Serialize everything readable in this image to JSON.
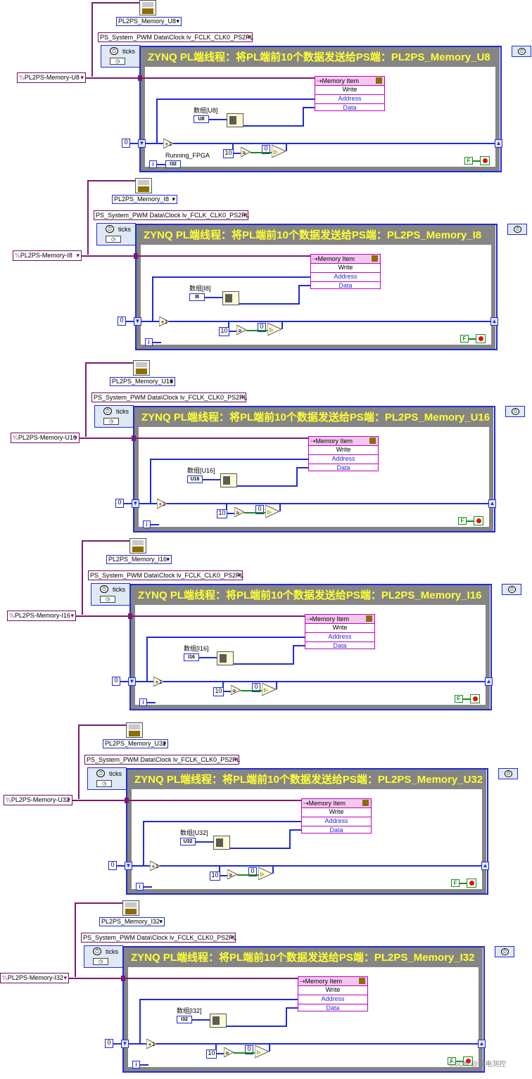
{
  "sections": [
    {
      "id": "U8",
      "title": "ZYNQ PL端线程：将PL端前10个数据发送给PS端：PL2PS_Memory_U8",
      "enum_value": "PL2PS_Memory_U8",
      "fifo_ref": "PL2PS-Memory-U8",
      "array_label": "数组[U8]",
      "array_type": "U8"
    },
    {
      "id": "I8",
      "title": "ZYNQ PL端线程：将PL端前10个数据发送给PS端：PL2PS_Memory_I8",
      "enum_value": "PL2PS_Memory_I8",
      "fifo_ref": "PL2PS-Memory-I8",
      "array_label": "数组[I8]",
      "array_type": "I8"
    },
    {
      "id": "U16",
      "title": "ZYNQ PL端线程：将PL端前10个数据发送给PS端：PL2PS_Memory_U16",
      "enum_value": "PL2PS_Memory_U16",
      "fifo_ref": "PL2PS-Memory-U16",
      "array_label": "数组[U16]",
      "array_type": "U16"
    },
    {
      "id": "I16",
      "title": "ZYNQ PL端线程：将PL端前10个数据发送给PS端：PL2PS_Memory_I16",
      "enum_value": "PL2PS_Memory_I16",
      "fifo_ref": "PL2PS-Memory-I16",
      "array_label": "数组[I16]",
      "array_type": "I16"
    },
    {
      "id": "U32",
      "title": "ZYNQ PL端线程：将PL端前10个数据发送给PS端：PL2PS_Memory_U32",
      "enum_value": "PL2PS_Memory_U32",
      "fifo_ref": "PL2PS-Memory-U32",
      "array_label": "数组[U32]",
      "array_type": "U32"
    },
    {
      "id": "I32",
      "title": "ZYNQ PL端线程：将PL端前10个数据发送给PS端：PL2PS_Memory_I32",
      "enum_value": "PL2PS_Memory_I32",
      "fifo_ref": "PL2PS-Memory-I32",
      "array_label": "数组[I32]",
      "array_type": "I32"
    }
  ],
  "common": {
    "clock_label": "PS_System_PWM Data\\Clock lv_FCLK_CLK0_PS2PL",
    "ticks_label": "ticks",
    "memory_item_label": "Memory Item",
    "mem_write": "Write",
    "mem_address": "Address",
    "mem_data": "Data",
    "zero_const": "0",
    "ten_const": "10",
    "running_label": "Running_FPGA",
    "running_type": "I32",
    "loop_index": "i",
    "stop_false": "F"
  },
  "watermark": "CSDN @神电测控",
  "colors": {
    "title_bar": "#858585",
    "title_text": "#ffff33",
    "loop_border": "#1f2bd6",
    "ref_wire": "#7a1b6e",
    "int_wire": "#1f2bd6",
    "bool_wire": "#1a8a1a"
  }
}
